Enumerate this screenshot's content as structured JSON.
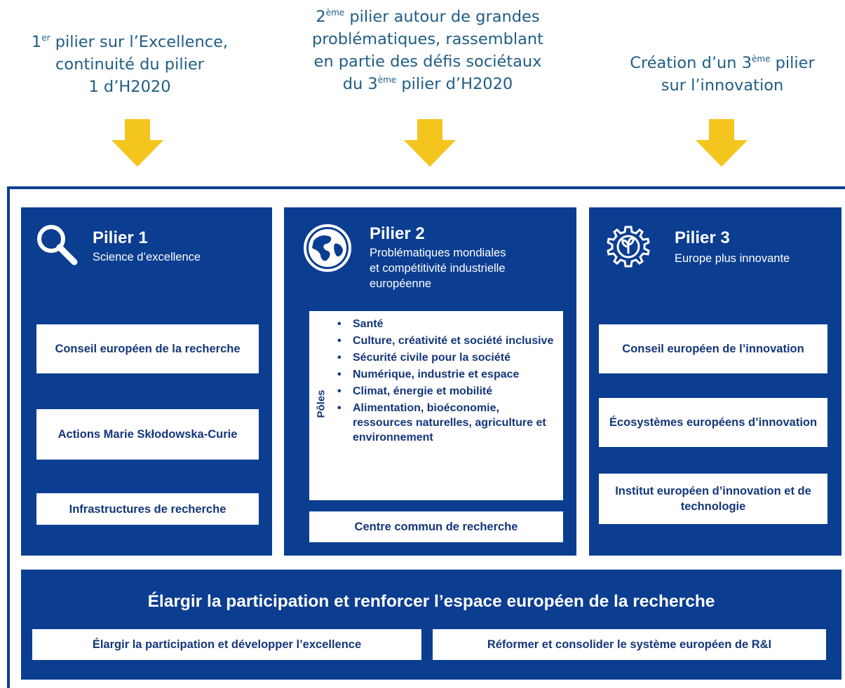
{
  "captions": {
    "c1": {
      "pre": "1",
      "sup": "er",
      "post": " pilier sur l’Excellence,",
      "line2": "continuité du pilier",
      "line3": "1 d’H2020"
    },
    "c2": {
      "pre": "2",
      "sup": "ème",
      "post": " pilier autour de grandes",
      "line2": "problématiques, rassemblant",
      "line3": "en partie des défis sociétaux",
      "line4_pre": "du 3",
      "line4_sup": "ème",
      "line4_post": " pilier d’H2020"
    },
    "c3": {
      "pre": "Création d’un 3",
      "sup": "ème",
      "post": " pilier",
      "line2": "sur l’innovation"
    }
  },
  "colors": {
    "pillar_bg": "#0b3d91",
    "arrow": "#f4c51c",
    "caption": "#1f5d86",
    "box_text": "#14367a"
  },
  "pillar1": {
    "icon": "magnifier-icon",
    "title": "Pilier 1",
    "subtitle": "Science d’excellence",
    "boxes": [
      "Conseil européen de la recherche",
      "Actions Marie Skłodowska-Curie",
      "Infrastructures de recherche"
    ]
  },
  "pillar2": {
    "icon": "globe-icon",
    "title": "Pilier 2",
    "subtitle_lines": [
      "Problématiques mondiales",
      "et compétitivité industrielle",
      "européenne"
    ],
    "poles_label": "Pôles",
    "poles": [
      "Santé",
      "Culture, créativité et société inclusive",
      "Sécurité civile pour la société",
      "Numérique, industrie et espace",
      "Climat, énergie et mobilité",
      "Alimentation, bioéconomie, ressources naturelles, agriculture et environnement"
    ],
    "bottom_box": "Centre commun de recherche"
  },
  "pillar3": {
    "icon": "gear-plant-icon",
    "title": "Pilier 3",
    "subtitle": "Europe plus innovante",
    "boxes": [
      "Conseil européen de l’innovation",
      "Écosystèmes européens d’innovation",
      "Institut européen d’innovation et de technologie"
    ]
  },
  "bottom": {
    "title": "Élargir la participation et renforcer l’espace européen de la recherche",
    "boxes": [
      "Élargir la participation et développer l’excellence",
      "Réformer et consolider le système européen de R&I"
    ]
  }
}
